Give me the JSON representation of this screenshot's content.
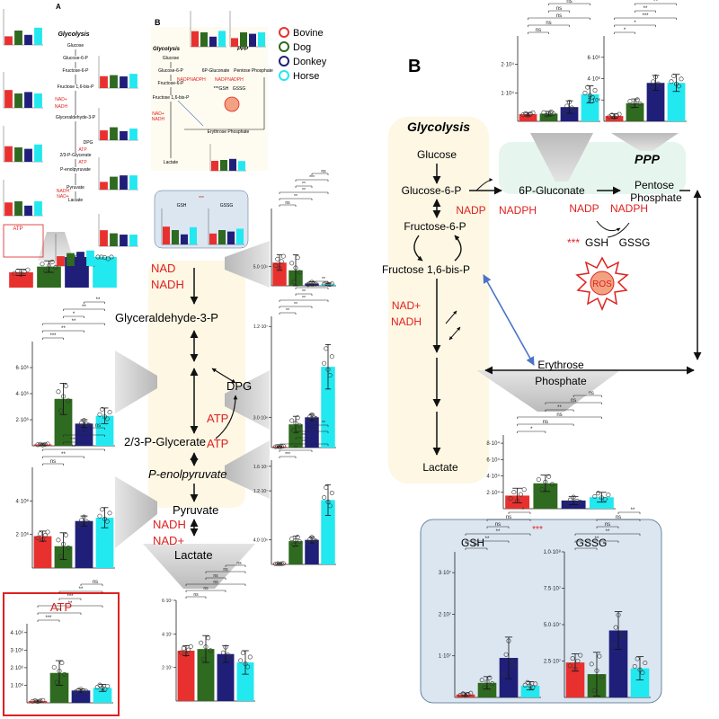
{
  "colors": {
    "bovine": "#e8312f",
    "dog": "#2e6a1f",
    "donkey": "#1f1f7a",
    "horse": "#22e8f0",
    "red_text": "#e0201f",
    "glyco_bg": "#fdf7e4",
    "ppp_bg": "#e6f6ee",
    "gsh_bg": "#dbe6f1",
    "atp_border": "#e02020",
    "arrow_blue": "#4a74c9"
  },
  "legend": [
    {
      "label": "Bovine",
      "color": "#e8312f"
    },
    {
      "label": "Dog",
      "color": "#2e6a1f"
    },
    {
      "label": "Donkey",
      "color": "#1f1f7a"
    },
    {
      "label": "Horse",
      "color": "#22e8f0"
    }
  ],
  "panels": {
    "a": "A",
    "b_small": "B",
    "b_large": "B"
  },
  "thumbnail": {
    "glycolysis": "Glycolysis",
    "ppp": "PPP",
    "nodes": [
      "Glucose",
      "Glucose-6-P",
      "Fructose-6-P",
      "Fructose 1,6-bis-P",
      "Glyceraldehyde-3-P",
      "DPG",
      "2/3-P-Glycerate",
      "P-enolpyruvate",
      "Pyruvate",
      "Lactate"
    ],
    "cofactors": [
      "NAD+",
      "NADH",
      "ATP",
      "ATP",
      "NADH",
      "NAD+"
    ],
    "ppp_nodes": [
      "6P-Gluconate",
      "Pentose Phosphate",
      "NADP",
      "NADPH",
      "NADP",
      "NADPH",
      "***GSH",
      "GSSG",
      "Erythrose Phosphate"
    ],
    "atp": "ATP"
  },
  "left_pathway": {
    "nad": "NAD",
    "nadh": "NADH",
    "gap": "Glyceraldehyde-3-P",
    "dpg": "DPG",
    "atp1": "ATP",
    "pglyc": "2/3-P-Glycerate",
    "atp2": "ATP",
    "pep": "P-enolpyruvate",
    "pyruvate": "Pyruvate",
    "nadh2": "NADH",
    "nadplus": "NAD+",
    "lactate": "Lactate"
  },
  "atp_box": {
    "title": "ATP"
  },
  "right_pathway": {
    "title": "Glycolysis",
    "glucose": "Glucose",
    "g6p": "Glucose-6-P",
    "f6p": "Fructose-6-P",
    "f16bp": "Fructose 1,6-bis-P",
    "nadplus": "NAD+",
    "nadh": "NADH",
    "lactate": "Lactate",
    "ppp": "PPP",
    "gluconate": "6P-Gluconate",
    "pentose1": "Pentose",
    "pentose2": "Phosphate",
    "nadp1": "NADP",
    "nadph1": "NADPH",
    "nadp2": "NADP",
    "nadph2": "NADPH",
    "gsh_stars": "***",
    "gsh": "GSH",
    "gssg": "GSSG",
    "ros": "ROS",
    "ery1": "Erythrose",
    "ery2": "Phosphate"
  },
  "gsh_panel": {
    "stars": "***",
    "gsh": "GSH",
    "gssg": "GSSG"
  },
  "charts": [
    {
      "id": "ppp1",
      "ylim": [
        0,
        30000
      ],
      "ticks": [
        [
          10000,
          "1·10⁴"
        ],
        [
          20000,
          "2·10⁴"
        ]
      ],
      "values": [
        2500,
        2700,
        5000,
        9500
      ],
      "errors": [
        600,
        800,
        2200,
        3000
      ],
      "sig": [
        "ns",
        "ns",
        "ns",
        "ns",
        "ns",
        "ns"
      ]
    },
    {
      "id": "ppp2",
      "ylim": [
        0,
        8000000
      ],
      "ticks": [
        [
          2000000,
          "2·10⁶"
        ],
        [
          4000000,
          "4·10⁶"
        ],
        [
          6000000,
          "6·10⁶"
        ]
      ],
      "values": [
        500000,
        1700000,
        3600000,
        3600000
      ],
      "errors": [
        200000,
        400000,
        700000,
        800000
      ],
      "sig": [
        "*",
        "*",
        "***",
        "**",
        "**",
        "***"
      ]
    },
    {
      "id": "ery",
      "ylim": [
        0,
        90000
      ],
      "ticks": [
        [
          20000,
          "2·10⁴"
        ],
        [
          40000,
          "4·10⁴"
        ],
        [
          60000,
          "6·10⁴"
        ],
        [
          80000,
          "8·10⁴"
        ]
      ],
      "values": [
        16000,
        31000,
        10000,
        14000
      ],
      "errors": [
        9000,
        10000,
        5000,
        6000
      ],
      "sig": [
        "*",
        "ns",
        "ns",
        "**",
        "ns",
        "ns"
      ]
    },
    {
      "id": "gsh",
      "ylim": [
        0,
        35000000
      ],
      "ticks": [
        [
          10000000,
          "1·10⁷"
        ],
        [
          20000000,
          "2·10⁷"
        ],
        [
          30000000,
          "3·10⁷"
        ]
      ],
      "values": [
        700000,
        3500000,
        9500000,
        2800000
      ],
      "errors": [
        400000,
        1500000,
        5000000,
        1000000
      ],
      "sig": [
        "***",
        "**",
        "**",
        "ns",
        "ns",
        "*"
      ]
    },
    {
      "id": "gssg",
      "ylim": [
        0,
        10000000
      ],
      "ticks": [
        [
          2500000,
          "2.5·10⁷"
        ],
        [
          5000000,
          "5.0·10⁷"
        ],
        [
          7500000,
          "7.5·10⁷"
        ],
        [
          10000000,
          "1.0·10⁸"
        ]
      ],
      "values": [
        2400000,
        1600000,
        4600000,
        2000000
      ],
      "errors": [
        600000,
        1500000,
        1300000,
        800000
      ],
      "sig": [
        "*",
        "**",
        "**",
        "ns",
        "ns",
        "**"
      ]
    },
    {
      "id": "nad",
      "ylim": [
        0,
        2000000
      ],
      "ticks": [
        [
          500000,
          "5.0·10⁵"
        ]
      ],
      "values": [
        600000,
        400000,
        60000,
        40000
      ],
      "errors": [
        200000,
        400000,
        40000,
        20000
      ],
      "sig": [
        "ns",
        "**",
        "**",
        "**",
        "***",
        "ns"
      ]
    },
    {
      "id": "glyc1",
      "ylim": [
        0,
        8000000
      ],
      "ticks": [
        [
          2000000,
          "2·10⁶"
        ],
        [
          4000000,
          "4·10⁶"
        ],
        [
          6000000,
          "6·10⁶"
        ]
      ],
      "values": [
        100000,
        3600000,
        1700000,
        2300000
      ],
      "errors": [
        50000,
        1200000,
        300000,
        600000
      ],
      "sig": [
        "***",
        "**",
        "**",
        "*",
        "**",
        "**"
      ]
    },
    {
      "id": "dpg",
      "ylim": [
        0,
        13000000
      ],
      "ticks": [
        [
          3000000,
          "3.0·10⁶"
        ],
        [
          12000000,
          "1.2·10⁷"
        ]
      ],
      "values": [
        100000,
        2300000,
        3000000,
        8000000
      ],
      "errors": [
        50000,
        800000,
        300000,
        2200000
      ],
      "sig": [
        "**",
        "**",
        "**",
        "**",
        "ns",
        "**"
      ]
    },
    {
      "id": "pglyc",
      "ylim": [
        0,
        17000000
      ],
      "ticks": [
        [
          4000000,
          "4.0·10⁶"
        ],
        [
          12000000,
          "1.2·10⁷"
        ],
        [
          16000000,
          "1.6·10⁷"
        ]
      ],
      "values": [
        100000,
        3800000,
        4000000,
        10500000
      ],
      "errors": [
        50000,
        800000,
        500000,
        2500000
      ],
      "sig": [
        "***",
        "**",
        "**",
        "**",
        "***",
        "**"
      ]
    },
    {
      "id": "pyr",
      "ylim": [
        0,
        6000000
      ],
      "ticks": [
        [
          2000000,
          "2·10⁶"
        ],
        [
          4000000,
          "4·10⁶"
        ]
      ],
      "values": [
        1900000,
        1300000,
        2800000,
        3000000
      ],
      "errors": [
        300000,
        800000,
        300000,
        600000
      ],
      "sig": [
        "ns",
        "**",
        "**",
        "***",
        "**",
        "ns"
      ]
    },
    {
      "id": "atp",
      "ylim": [
        0,
        4500000
      ],
      "ticks": [
        [
          1000000,
          "1·10⁶"
        ],
        [
          2000000,
          "2·10⁶"
        ],
        [
          3000000,
          "3·10⁶"
        ],
        [
          4000000,
          "4·10⁶"
        ]
      ],
      "values": [
        100000,
        1700000,
        700000,
        850000
      ],
      "errors": [
        50000,
        700000,
        100000,
        200000
      ],
      "sig": [
        "***",
        "**",
        "**",
        "***",
        "**",
        "ns"
      ]
    },
    {
      "id": "lac",
      "ylim": [
        0,
        6000000
      ],
      "ticks": [
        [
          2000000,
          "2·10⁷"
        ],
        [
          4000000,
          "4·10⁷"
        ],
        [
          6000000,
          "6·10⁷"
        ]
      ],
      "values": [
        3000000,
        3100000,
        2800000,
        2300000
      ],
      "errors": [
        300000,
        800000,
        500000,
        700000
      ],
      "sig": [
        "ns",
        "ns",
        "ns",
        "ns",
        "ns",
        "ns"
      ]
    },
    {
      "id": "ptop",
      "ylim": [
        0,
        8000000
      ],
      "ticks": [],
      "values": [
        4000000,
        5500000,
        8000000,
        8000000
      ],
      "errors": [
        800000,
        1500000,
        0,
        0
      ],
      "sig": []
    }
  ]
}
